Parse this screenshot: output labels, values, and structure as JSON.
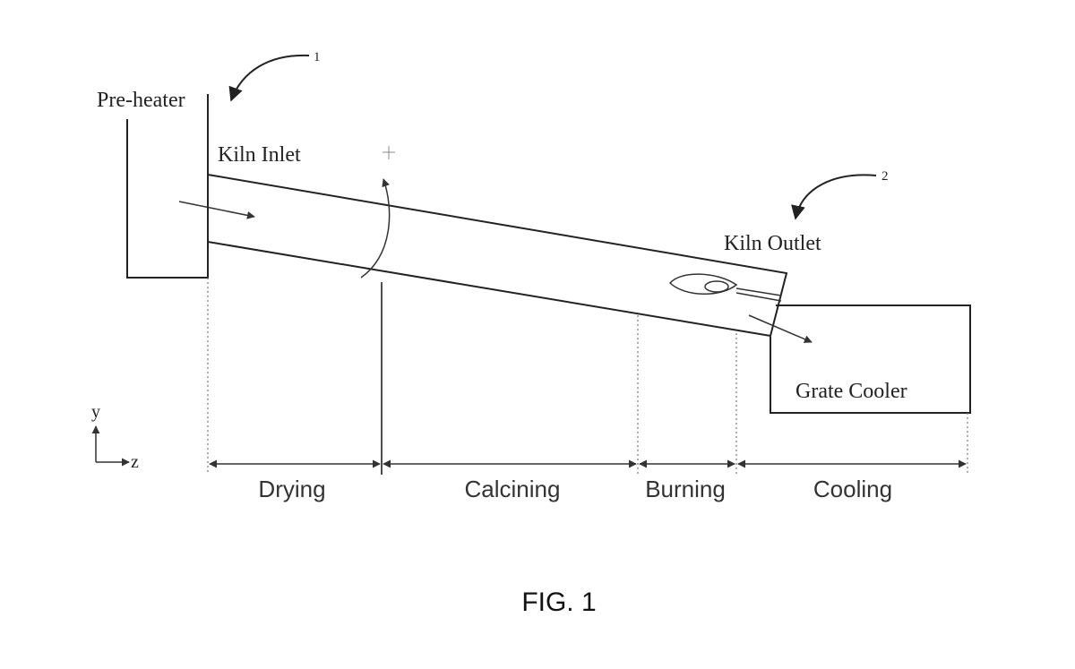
{
  "labels": {
    "preheater": "Pre-heater",
    "kiln_inlet": "Kiln Inlet",
    "kiln_outlet": "Kiln Outlet",
    "grate_cooler": "Grate Cooler",
    "ref_1": "1",
    "ref_2": "2",
    "axis_y": "y",
    "axis_z": "z"
  },
  "zones": [
    "Drying",
    "Calcining",
    "Burning",
    "Cooling"
  ],
  "caption": "FIG. 1"
}
